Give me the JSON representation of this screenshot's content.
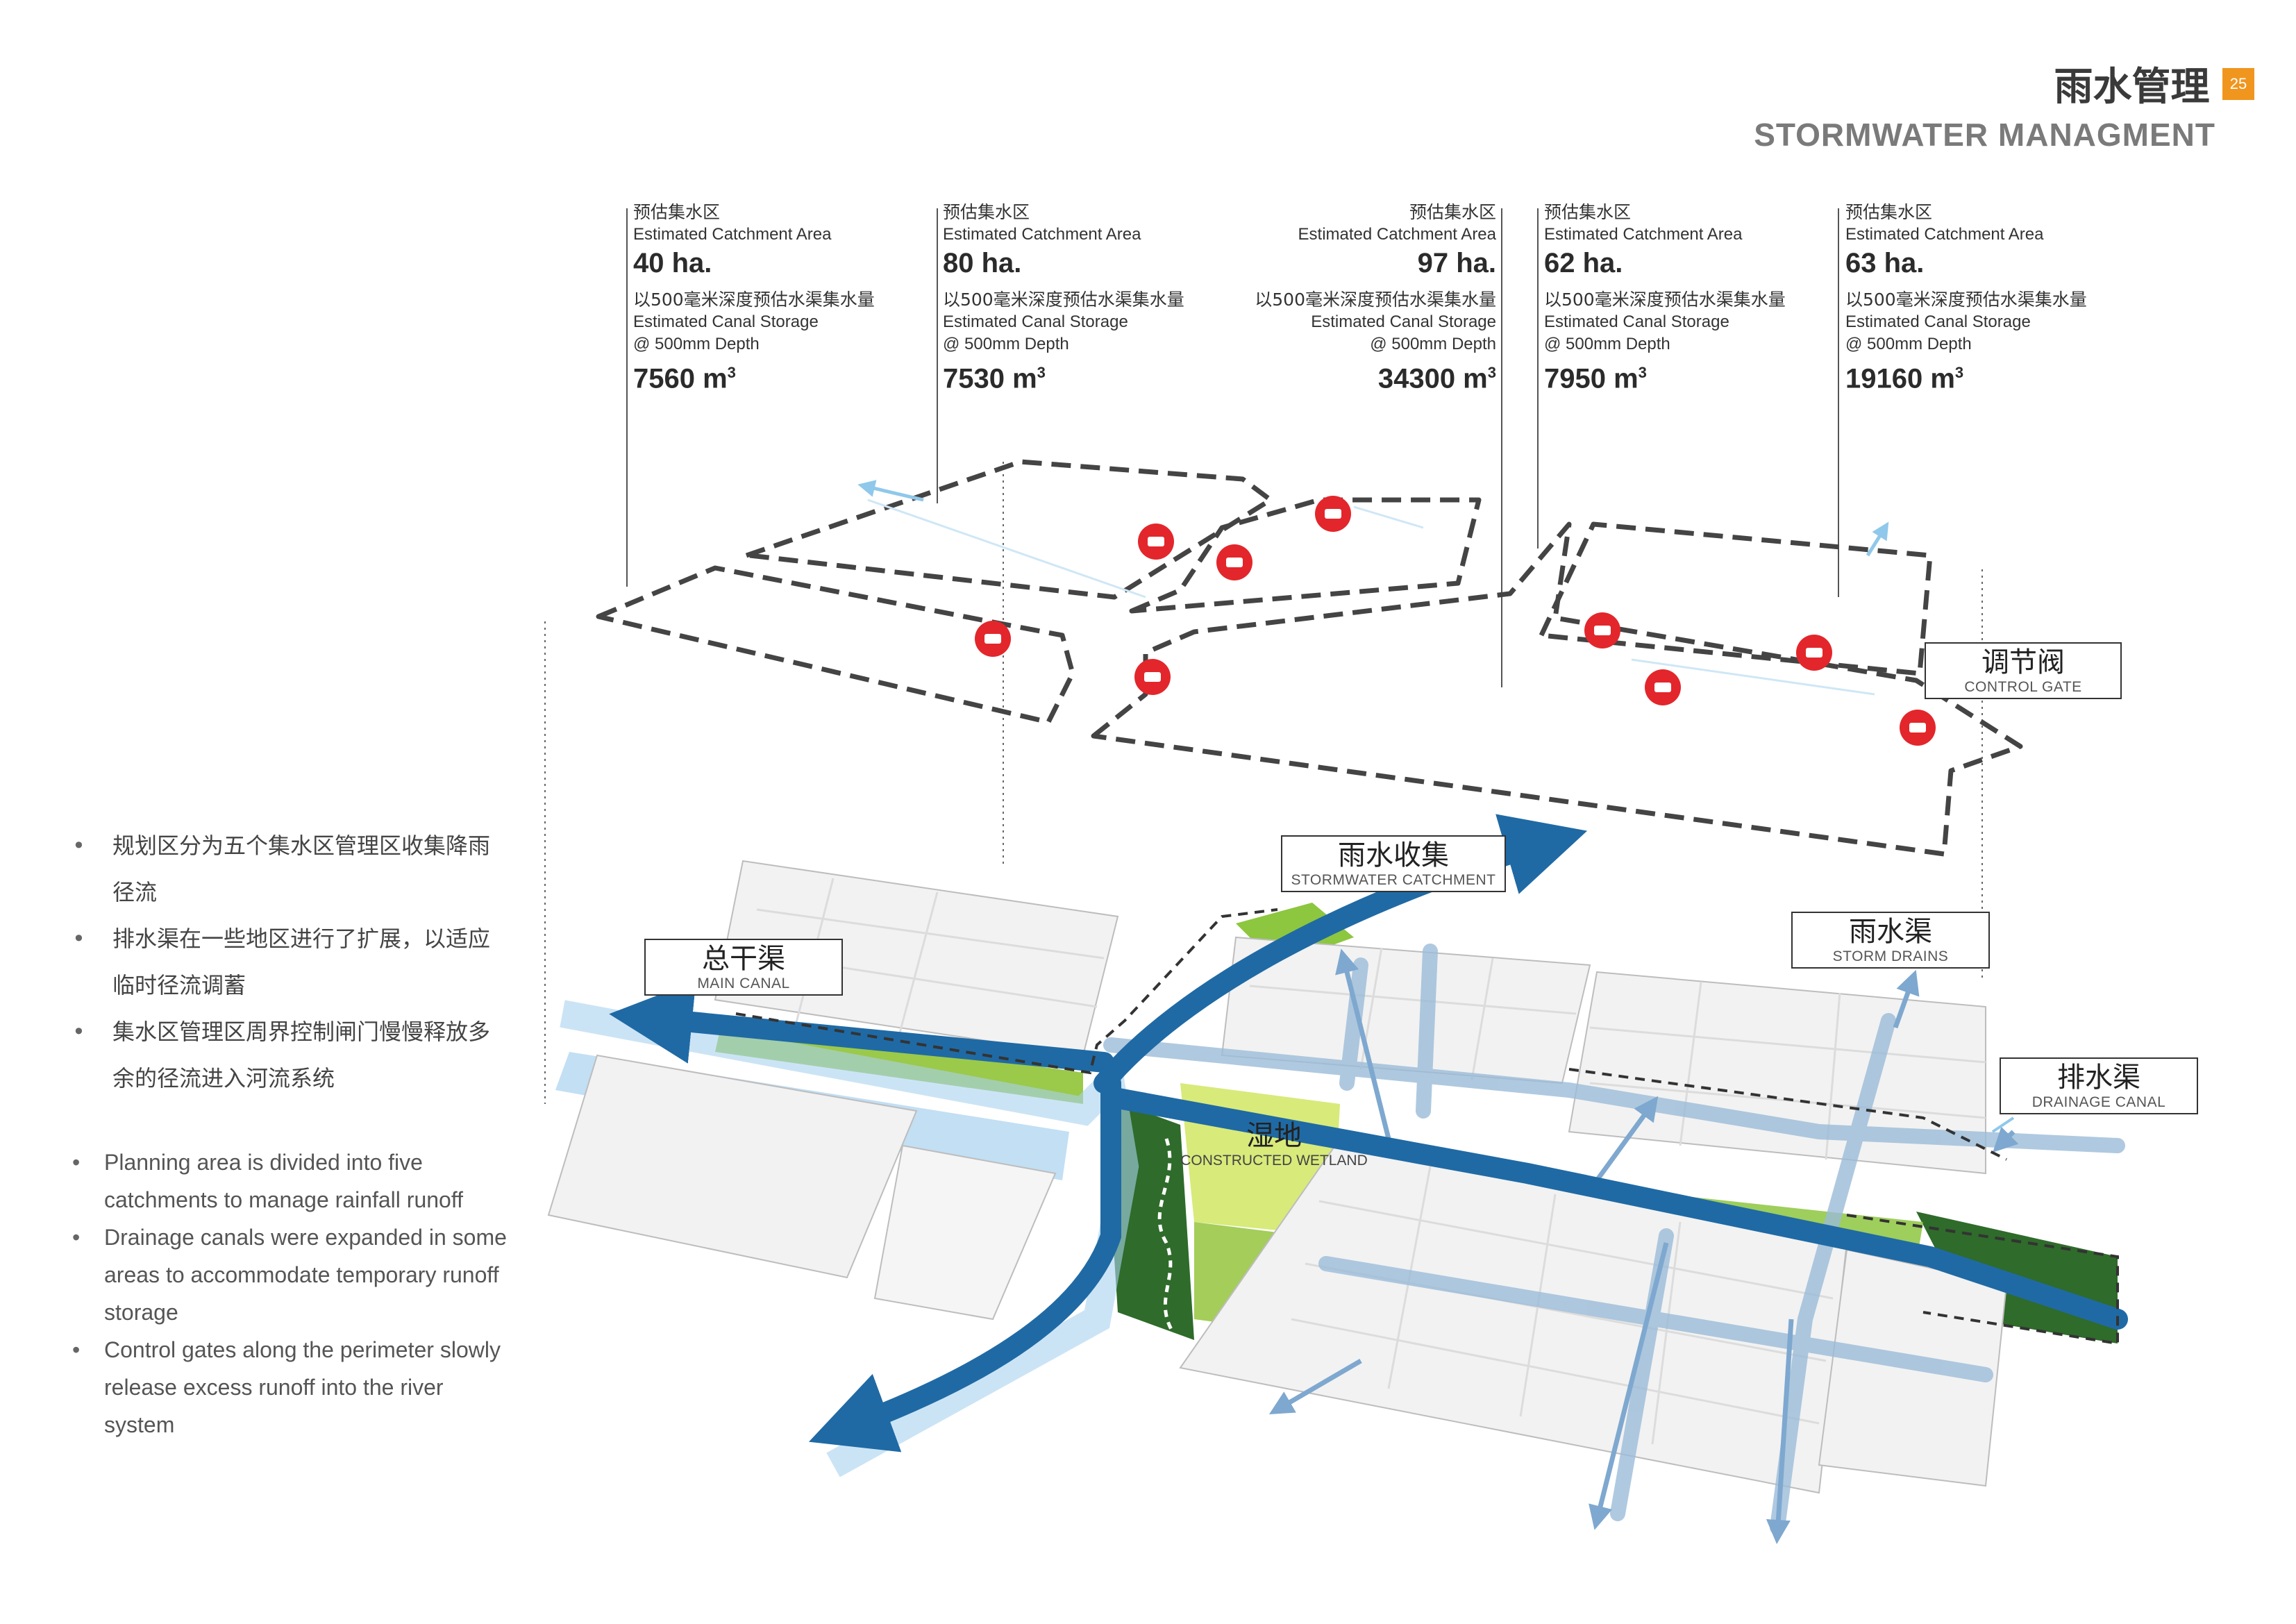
{
  "header": {
    "title_cn": "雨水管理",
    "title_en": "STORMWATER MANAGMENT",
    "page_number": "25"
  },
  "catchments": [
    {
      "area_label_cn": "预估集水区",
      "area_label_en": "Estimated Catchment Area",
      "area_value": "40 ha.",
      "storage_label_cn": "以500毫米深度预估水渠集水量",
      "storage_label_en": "Estimated Canal Storage",
      "depth_label": "@ 500mm Depth",
      "storage_value": "7560 m"
    },
    {
      "area_label_cn": "预估集水区",
      "area_label_en": "Estimated Catchment Area",
      "area_value": "80 ha.",
      "storage_label_cn": "以500毫米深度预估水渠集水量",
      "storage_label_en": "Estimated Canal Storage",
      "depth_label": "@ 500mm Depth",
      "storage_value": "7530 m"
    },
    {
      "area_label_cn": "预估集水区",
      "area_label_en": "Estimated Catchment Area",
      "area_value": "97 ha.",
      "storage_label_cn": "以500毫米深度预估水渠集水量",
      "storage_label_en": "Estimated Canal Storage",
      "depth_label": "@ 500mm Depth",
      "storage_value": "34300 m"
    },
    {
      "area_label_cn": "预估集水区",
      "area_label_en": "Estimated Catchment Area",
      "area_value": "62 ha.",
      "storage_label_cn": "以500毫米深度预估水渠集水量",
      "storage_label_en": "Estimated Canal Storage",
      "depth_label": "@ 500mm Depth",
      "storage_value": "7950 m"
    },
    {
      "area_label_cn": "预估集水区",
      "area_label_en": "Estimated Catchment Area",
      "area_value": "63 ha.",
      "storage_label_cn": "以500毫米深度预估水渠集水量",
      "storage_label_en": "Estimated Canal Storage",
      "depth_label": "@ 500mm Depth",
      "storage_value": "19160 m"
    }
  ],
  "unit_superscript": "3",
  "bullets_cn": [
    "规划区分为五个集水区管理区收集降雨径流",
    "排水渠在一些地区进行了扩展，以适应临时径流调蓄",
    "集水区管理区周界控制闸门慢慢释放多余的径流进入河流系统"
  ],
  "bullets_en": [
    "Planning area is divided into five catchments to manage rainfall runoff",
    "Drainage canals were expanded in some areas to accommodate temporary runoff storage",
    "Control gates along the perimeter slowly release excess runoff into the river system"
  ],
  "callouts": {
    "control_gate": {
      "cn": "调节阀",
      "en": "CONTROL GATE"
    },
    "stormwater_catchment": {
      "cn": "雨水收集",
      "en": "STORMWATER CATCHMENT"
    },
    "main_canal": {
      "cn": "总干渠",
      "en": "MAIN CANAL"
    },
    "storm_drains": {
      "cn": "雨水渠",
      "en": "STORM DRAINS"
    },
    "drainage_canal": {
      "cn": "排水渠",
      "en": "DRAINAGE CANAL"
    },
    "wetland": {
      "cn": "湿地",
      "en": "CONSTRUCTED WETLAND"
    }
  },
  "colors": {
    "river": "#1f6aa5",
    "light_water": "#8fc8ea",
    "green": "#8dc63f",
    "dark_green": "#2f6b2a",
    "gate": "#e3262b",
    "dash": "#444444",
    "accent": "#f0961e"
  }
}
